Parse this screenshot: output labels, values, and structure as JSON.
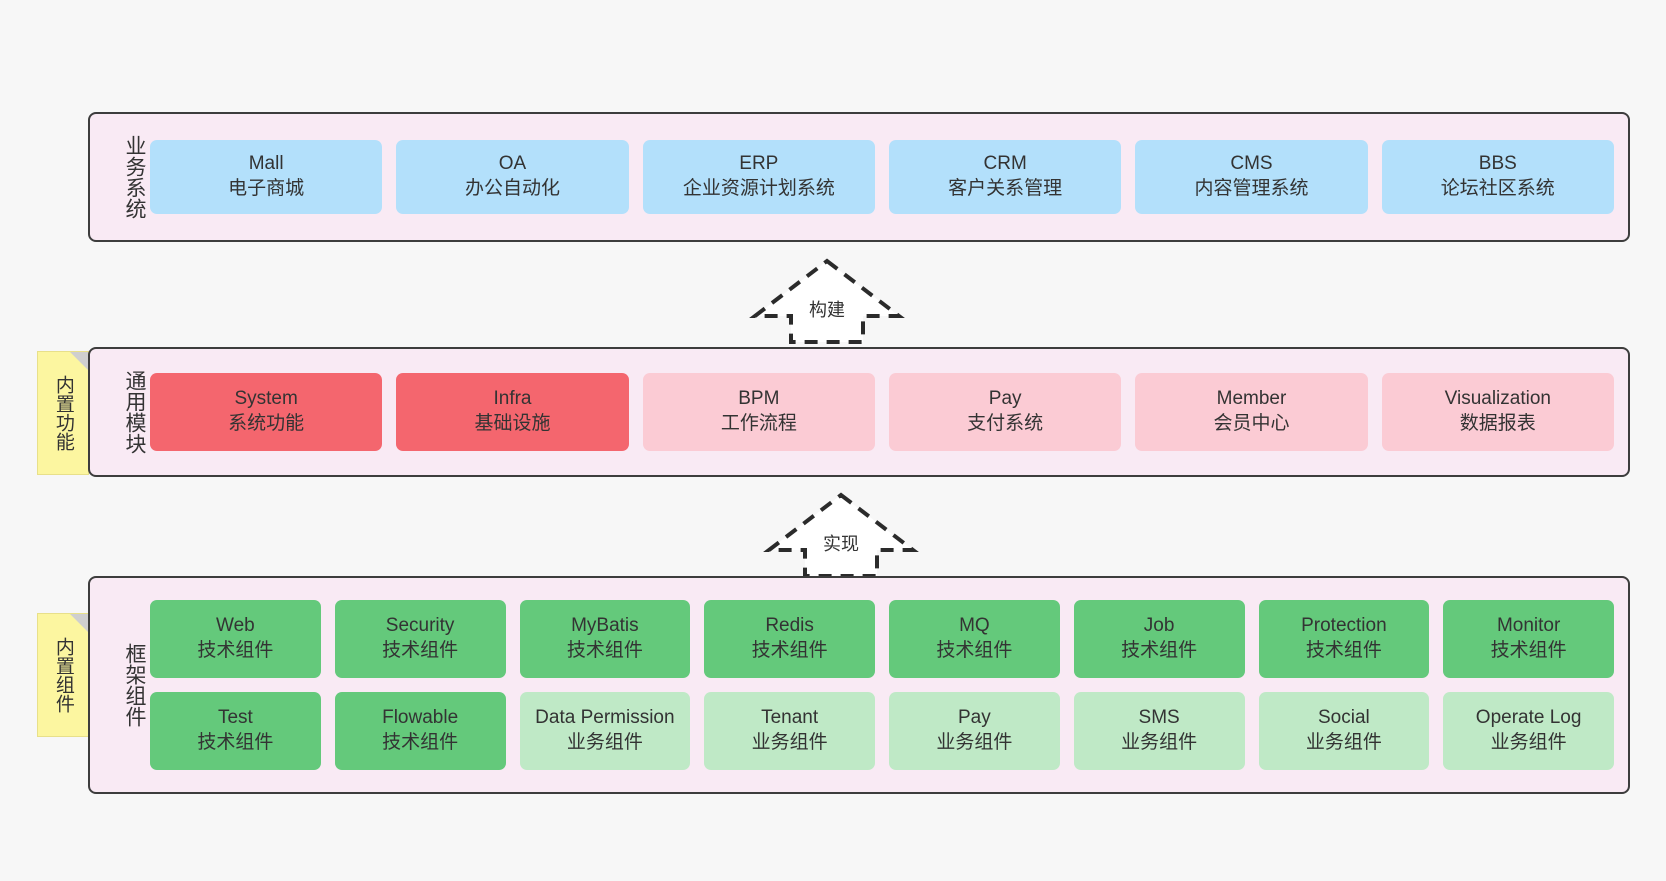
{
  "diagram": {
    "layers": [
      {
        "id": "business",
        "title": "业务系统",
        "rows": [
          [
            {
              "en": "Mall",
              "cn": "电子商城",
              "color": "blue"
            },
            {
              "en": "OA",
              "cn": "办公自动化",
              "color": "blue"
            },
            {
              "en": "ERP",
              "cn": "企业资源计划系统",
              "color": "blue"
            },
            {
              "en": "CRM",
              "cn": "客户关系管理",
              "color": "blue"
            },
            {
              "en": "CMS",
              "cn": "内容管理系统",
              "color": "blue"
            },
            {
              "en": "BBS",
              "cn": "论坛社区系统",
              "color": "blue"
            }
          ]
        ]
      },
      {
        "id": "common",
        "title": "通用模块",
        "note": "内置功能",
        "rows": [
          [
            {
              "en": "System",
              "cn": "系统功能",
              "color": "red"
            },
            {
              "en": "Infra",
              "cn": "基础设施",
              "color": "red"
            },
            {
              "en": "BPM",
              "cn": "工作流程",
              "color": "pink"
            },
            {
              "en": "Pay",
              "cn": "支付系统",
              "color": "pink"
            },
            {
              "en": "Member",
              "cn": "会员中心",
              "color": "pink"
            },
            {
              "en": "Visualization",
              "cn": "数据报表",
              "color": "pink"
            }
          ]
        ]
      },
      {
        "id": "framework",
        "title": "框架组件",
        "note": "内置组件",
        "rows": [
          [
            {
              "en": "Web",
              "cn": "技术组件",
              "color": "green"
            },
            {
              "en": "Security",
              "cn": "技术组件",
              "color": "green"
            },
            {
              "en": "MyBatis",
              "cn": "技术组件",
              "color": "green"
            },
            {
              "en": "Redis",
              "cn": "技术组件",
              "color": "green"
            },
            {
              "en": "MQ",
              "cn": "技术组件",
              "color": "green"
            },
            {
              "en": "Job",
              "cn": "技术组件",
              "color": "green"
            },
            {
              "en": "Protection",
              "cn": "技术组件",
              "color": "green"
            },
            {
              "en": "Monitor",
              "cn": "技术组件",
              "color": "green"
            }
          ],
          [
            {
              "en": "Test",
              "cn": "技术组件",
              "color": "green"
            },
            {
              "en": "Flowable",
              "cn": "技术组件",
              "color": "green"
            },
            {
              "en": "Data Permission",
              "cn": "业务组件",
              "color": "lgreen"
            },
            {
              "en": "Tenant",
              "cn": "业务组件",
              "color": "lgreen"
            },
            {
              "en": "Pay",
              "cn": "业务组件",
              "color": "lgreen"
            },
            {
              "en": "SMS",
              "cn": "业务组件",
              "color": "lgreen"
            },
            {
              "en": "Social",
              "cn": "业务组件",
              "color": "lgreen"
            },
            {
              "en": "Operate Log",
              "cn": "业务组件",
              "color": "lgreen"
            }
          ]
        ]
      }
    ],
    "arrows": [
      {
        "id": "build",
        "label": "构建"
      },
      {
        "id": "impl",
        "label": "实现"
      }
    ],
    "colors": {
      "blue": "#b3e0fb",
      "red": "#f4666e",
      "pink": "#fbcbd4",
      "green": "#64c97b",
      "light_green": "#bfe9c6",
      "layer_bg": "#f9eaf4",
      "note_bg": "#fcf6a0",
      "page_bg": "#f7f7f7",
      "border": "#3d3d3d"
    }
  }
}
